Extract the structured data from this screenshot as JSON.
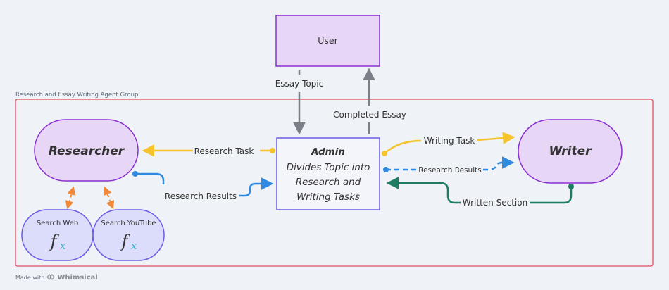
{
  "nodes": {
    "user": "User",
    "researcher": "Researcher",
    "writer": "Writer",
    "admin_title": "Admin",
    "admin_lines": [
      "Divides Topic into",
      "Research and",
      "Writing Tasks"
    ],
    "search_web": "Search Web",
    "search_youtube": "Search YouTube",
    "function_symbol": "f",
    "function_sub": "x"
  },
  "group": {
    "label": "Research and Essay Writing Agent Group"
  },
  "edges": {
    "essay_topic": "Essay Topic",
    "completed_essay": "Completed Essay",
    "research_task": "Research Task",
    "research_results_left": "Research Results",
    "writing_task": "Writing Task",
    "research_results_right": "Research Results",
    "written_section": "Written Section"
  },
  "footer": {
    "made_with": "Made with",
    "brand": "Whimsical"
  },
  "colors": {
    "background": "#eff2f6",
    "node_fill": "#e8d6f7",
    "node_stroke": "#8a2fd0",
    "tool_fill": "#dcdcfb",
    "tool_stroke": "#6b5ce7",
    "admin_fill": "#f4f4fb",
    "admin_stroke": "#6b5ce7",
    "group_stroke": "#e0505f",
    "gray_arrow": "#7a7f88",
    "yellow": "#f5c42c",
    "blue": "#2f8ae0",
    "green": "#1e7b64",
    "orange": "#f08a3a",
    "function_teal": "#37b3c8"
  }
}
